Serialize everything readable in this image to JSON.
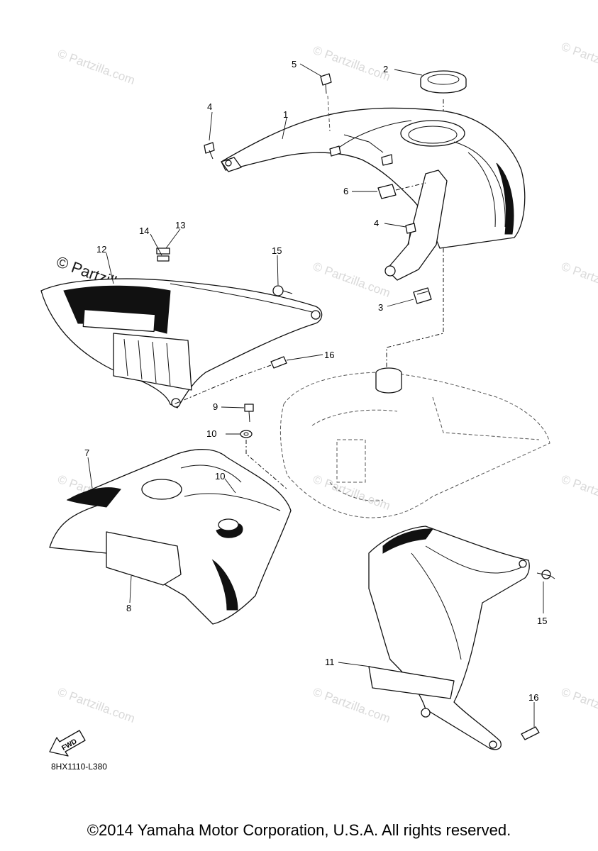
{
  "watermark": "© Partzilla.com",
  "diagram_code": "8HX1110-L380",
  "fwd_label": "FWD",
  "copyright": "©2014 Yamaha Motor Corporation, U.S.A. All rights reserved.",
  "callouts": {
    "c1": "1",
    "c2": "2",
    "c3": "3",
    "c4a": "4",
    "c4b": "4",
    "c5": "5",
    "c6": "6",
    "c7": "7",
    "c8": "8",
    "c9": "9",
    "c10a": "10",
    "c10b": "10",
    "c11": "11",
    "c12": "12",
    "c13": "13",
    "c14": "14",
    "c15a": "15",
    "c15b": "15",
    "c16a": "16",
    "c16b": "16"
  }
}
